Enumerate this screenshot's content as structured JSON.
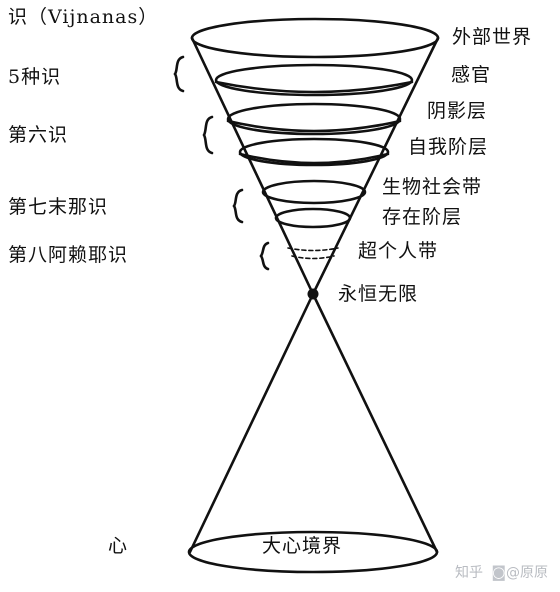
{
  "labels": {
    "consciousness": "识（Vijnanas）",
    "five_consciousnesses": "5种识",
    "sixth_consciousness": "第六识",
    "seventh_consciousness": "第七末那识",
    "eighth_consciousness": "第八阿赖耶识",
    "heart": "心",
    "outer_world": "外部世界",
    "senses": "感官",
    "shadow_layer": "阴影层",
    "ego_layer": "自我阶层",
    "bio_social_band": "生物社会带",
    "existence_layer": "存在阶层",
    "transpersonal_band": "超个人带",
    "eternal_infinite": "永恒无限",
    "great_mind_realm": "大心境界"
  },
  "watermark": {
    "brand": "知乎",
    "author": "@原原"
  }
}
